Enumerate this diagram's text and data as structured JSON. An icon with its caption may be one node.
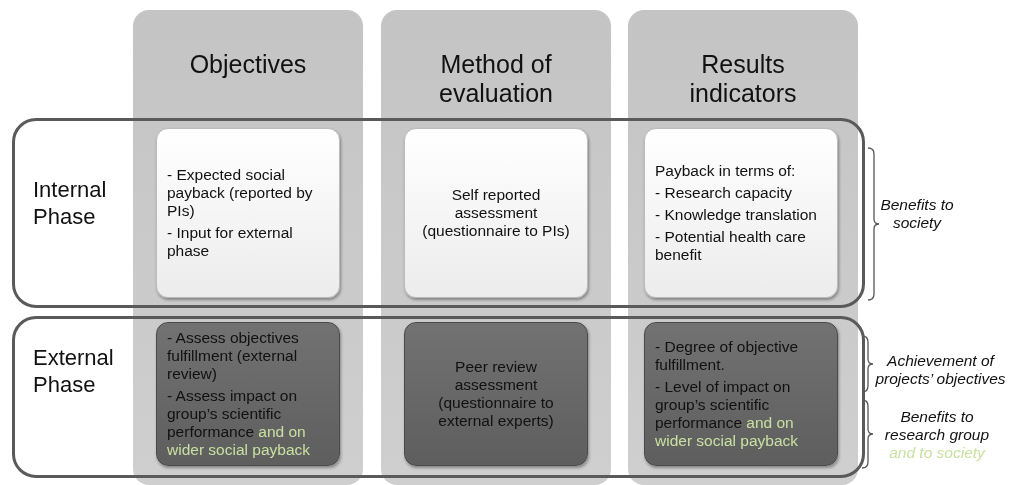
{
  "diagram": {
    "nodes": [
      {
        "text": [
          "Objectives"
        ]
      },
      {
        "text": [
          "Method of evaluation"
        ]
      },
      {
        "text": [
          "Results indicators"
        ]
      },
      {
        "text": [
          "Internal Phase"
        ]
      },
      {
        "text": [
          "- Expected social payback (reported by PIs)",
          "- Input for external phase"
        ]
      },
      {
        "text": [
          "Self reported assessment (questionnaire to PIs)"
        ]
      },
      {
        "text": [
          "Payback in terms of:",
          "- Research capacity",
          "- Knowledge translation",
          "- Potential health care benefit"
        ]
      },
      {
        "text": [
          "External Phase"
        ]
      },
      {
        "text": [
          "- Assess objectives fulfillment (external review)",
          "- Assess impact on group’s scientific performance",
          "and on wider social payback"
        ]
      },
      {
        "text": [
          "Peer review assessment (questionnaire to external experts)"
        ]
      },
      {
        "text": [
          "- Degree of objective fulfillment.",
          "- Level of impact on group’s scientific performance",
          "and on wider social payback"
        ]
      }
    ],
    "edges": [],
    "labels": [
      "Benefits to society",
      "Achievement of projects’ objectives",
      "Benefits to research group",
      "and to society"
    ]
  }
}
